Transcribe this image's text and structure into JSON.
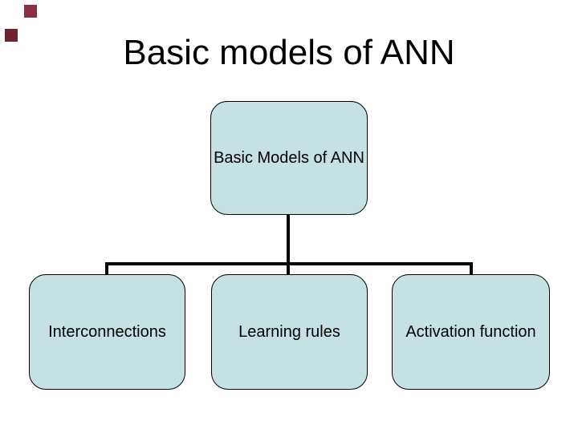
{
  "slide": {
    "title": "Basic models of ANN",
    "diagram": {
      "root": {
        "label": "Basic Models of ANN"
      },
      "children": [
        {
          "label": "Interconnections"
        },
        {
          "label": "Learning rules"
        },
        {
          "label": "Activation function"
        }
      ]
    },
    "colors": {
      "background": "#ffffff",
      "box_fill": "#c5e1e3",
      "box_border": "#000000",
      "connector": "#000000",
      "title_text": "#000000",
      "deco_square_1": "#8c3040",
      "deco_square_2": "#6b2430"
    }
  }
}
